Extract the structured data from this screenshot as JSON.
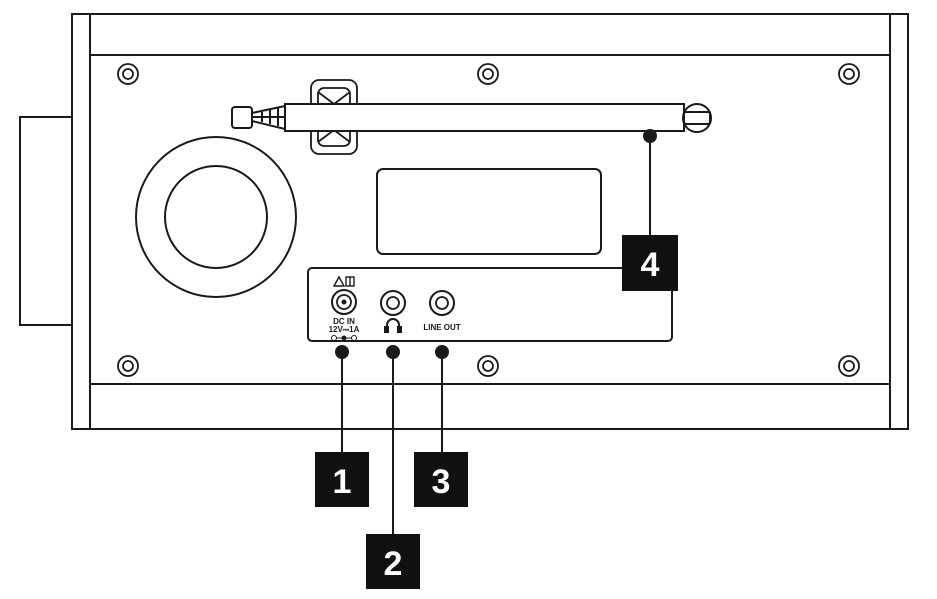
{
  "diagram": {
    "callouts": [
      "1",
      "2",
      "3",
      "4"
    ],
    "ports": {
      "dc_in_line1": "DC  IN",
      "dc_in_line2": "12V⎓1A",
      "line_out": "LINE OUT"
    },
    "icons": {
      "dc_warning": "warning-triangle-manual-icon",
      "dc_polarity": "polarity-symbol-icon",
      "headphone": "headphone-icon"
    },
    "colors": {
      "line": "#1a1a1a",
      "label_bg": "#111111",
      "label_text": "#ffffff"
    }
  }
}
